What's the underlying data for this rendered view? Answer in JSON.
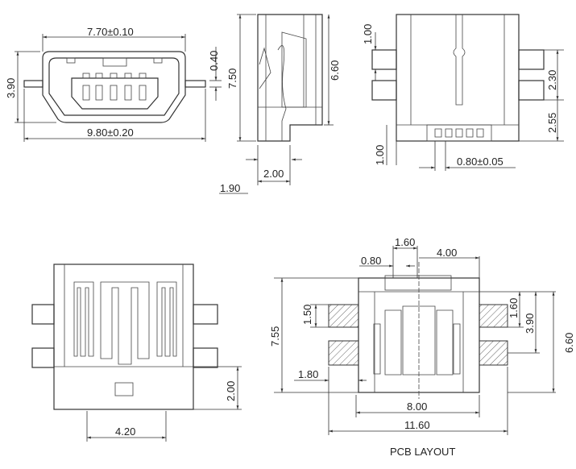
{
  "front_view": {
    "width_top": "7.70±0.10",
    "height": "3.90",
    "width_total": "9.80±0.20",
    "tab_thickness": "0.40"
  },
  "side_view": {
    "height": "7.50",
    "body_height": "6.60",
    "depth": "2.00",
    "offset": "1.90"
  },
  "top_view": {
    "pitch_a": "1.00",
    "pitch_b": "2.30",
    "pitch_c": "2.55",
    "pin_offset": "1.00",
    "pin_pitch": "0.80±0.05"
  },
  "bottom_view": {
    "tab_height": "2.00",
    "slot_width": "4.20"
  },
  "pcb_layout": {
    "title": "PCB LAYOUT",
    "pin_span": "1.60",
    "half_width": "4.00",
    "pin_pitch": "0.80",
    "total_height": "7.55",
    "pad_height": "1.50",
    "pad_gap": "1.80",
    "pad_offset": "1.60",
    "pad_span": "3.90",
    "body_height": "6.60",
    "body_width": "8.00",
    "total_width": "11.60"
  }
}
